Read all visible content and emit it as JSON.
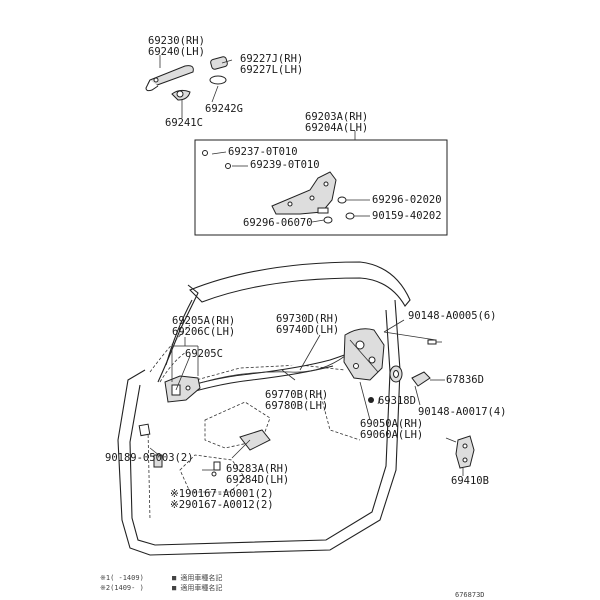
{
  "labels": {
    "l69230": "69230(RH)",
    "l69240": "69240(LH)",
    "l69227J": "69227J(RH)",
    "l69227L": "69227L(LH)",
    "l69242G": "69242G",
    "l69241C": "69241C",
    "l69203A": "69203A(RH)",
    "l69204A": "69204A(LH)",
    "l69237": "69237-0T010",
    "l69239": "69239-0T010",
    "l69296a": "69296-02020",
    "l90159": "90159-40202",
    "l69296b": "69296-06070",
    "l69205A": "69205A(RH)",
    "l69206C": "69206C(LH)",
    "l69205C": "69205C",
    "l69730D": "69730D(RH)",
    "l69740D": "69740D(LH)",
    "l90148a": "90148-A0005(6)",
    "l67836D": "67836D",
    "l69318D": "69318D",
    "l90148b": "90148-A0017(4)",
    "l69770B": "69770B(RH)",
    "l69780B": "69780B(LH)",
    "l69050A": "69050A(RH)",
    "l69060A": "69060A(LH)",
    "l90189": "90189-05003(2)",
    "l69283A": "69283A(RH)",
    "l69284D": "69284D(LH)",
    "l69410B": "69410B",
    "l90167a": "※190167-A0001(2)",
    "l90167b": "※290167-A0012(2)",
    "note1a": "※1(      -1409)",
    "note1b": "■ 適用車種名記",
    "note2a": "※2(1409-      )",
    "note2b": "■ 適用車種名記",
    "figure_id": "676873D"
  }
}
